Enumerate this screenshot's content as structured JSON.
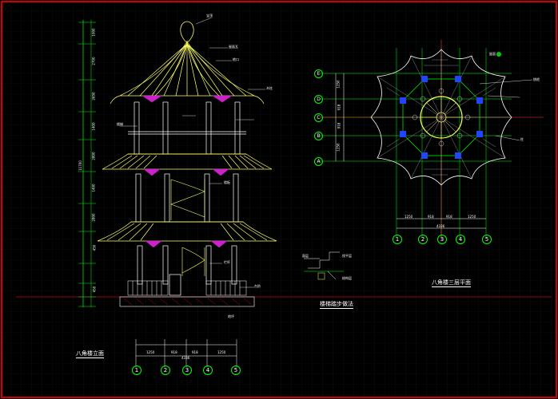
{
  "colors": {
    "background": "#000000",
    "frame": "#cc0000",
    "grid": "#101818",
    "roof": "#ffff66",
    "structure": "#ffffff",
    "dimension": "#00ff00",
    "accent_magenta": "#cc22cc",
    "accent_blue": "#2244ff",
    "axis_line": "#ff3333"
  },
  "elevation": {
    "title": "八角楼立面",
    "bottom_dims": [
      "1250",
      "918",
      "918",
      "1250"
    ],
    "bottom_total": "4336",
    "axis_labels": [
      "1",
      "2",
      "3",
      "4",
      "5"
    ],
    "left_dims": [
      "1000",
      "2700",
      "2650",
      "1400",
      "2800",
      "1400",
      "2800",
      "450",
      "450"
    ],
    "left_total": "11700",
    "annotations": [
      "宝顶",
      "屋面瓦",
      "檐口",
      "木柱",
      "楼梯",
      "楼板",
      "栏杆",
      "台阶",
      "地坪"
    ]
  },
  "plan": {
    "title": "八角楼三层平面",
    "axis_letters": [
      "E",
      "D",
      "C",
      "B",
      "A"
    ],
    "axis_numbers": [
      "1",
      "2",
      "3",
      "4",
      "5"
    ],
    "bottom_dims": [
      "1250",
      "918",
      "918",
      "1250"
    ],
    "bottom_total": "4336",
    "right_dims": [
      "1250",
      "918",
      "918",
      "1250"
    ],
    "annotations": [
      "屋面",
      "挑檐",
      "柱"
    ]
  },
  "detail": {
    "title": "楼梯踏步做法",
    "annotations": [
      "面层",
      "找平层",
      "结构层"
    ]
  }
}
